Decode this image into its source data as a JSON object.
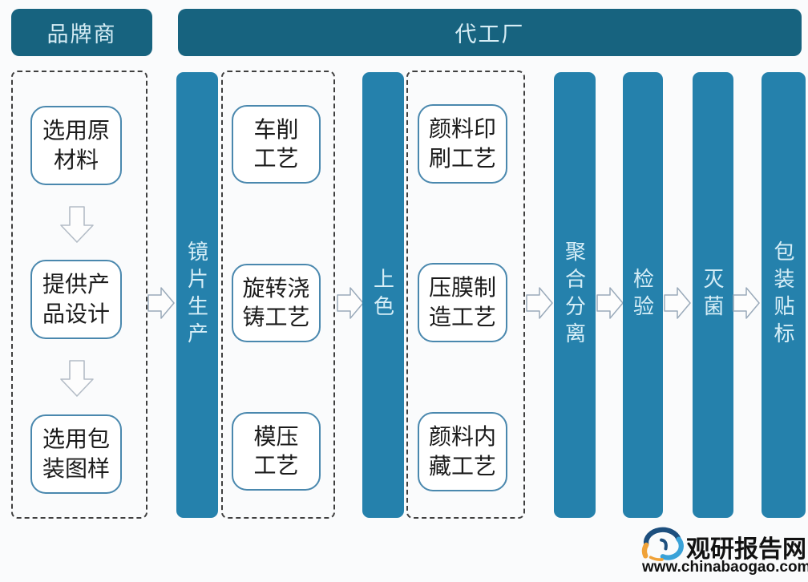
{
  "headers": {
    "brand_owner": "品牌商",
    "oem_factory": "代工厂"
  },
  "brand_steps": [
    "选用原\n材料",
    "提供产\n品设计",
    "选用包\n装图样"
  ],
  "stages": {
    "lens_production": {
      "label": "镜片生产",
      "processes": [
        "车削\n工艺",
        "旋转浇\n铸工艺",
        "模压\n工艺"
      ]
    },
    "coloring": {
      "label": "上色",
      "processes": [
        "颜料印\n刷工艺",
        "压膜制\n造工艺",
        "颜料内\n藏工艺"
      ]
    },
    "polymerization_separation": {
      "label": "聚合分离"
    },
    "inspection": {
      "label": "检验"
    },
    "sterilization": {
      "label": "灭菌"
    },
    "packaging_labeling": {
      "label": "包装贴标"
    }
  },
  "watermark": {
    "site_name": "观研报告网",
    "site_url": "www.chinabaogao.com"
  },
  "colors": {
    "header_bg": "#17637f",
    "bar_bg": "#2581ac",
    "bar_text": "#d6eef7",
    "box_border": "#4a88ae",
    "logo_dark_blue": "#1d4f7e",
    "logo_light_blue": "#3aa2d8",
    "logo_orange": "#f0a238"
  }
}
